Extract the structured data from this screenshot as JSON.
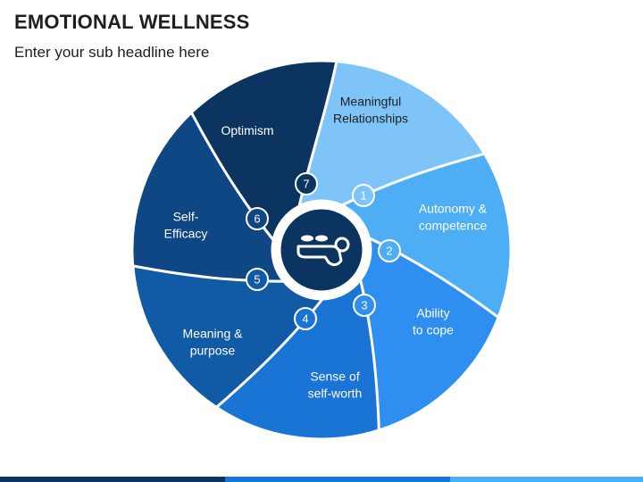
{
  "header": {
    "title": "EMOTIONAL WELLNESS",
    "subtitle": "Enter your sub headline here"
  },
  "center": {
    "icon": "person-relaxing-icon"
  },
  "petals": [
    {
      "number": "1",
      "lines": [
        "Meaningful",
        "Relationships"
      ],
      "color": "#7fc4f8",
      "text_color": "#1f1f1f"
    },
    {
      "number": "2",
      "lines": [
        "Autonomy &",
        "competence"
      ],
      "color": "#4daef5",
      "text_color": "#ffffff"
    },
    {
      "number": "3",
      "lines": [
        "Ability",
        "to cope"
      ],
      "color": "#2f8ff0",
      "text_color": "#ffffff"
    },
    {
      "number": "4",
      "lines": [
        "Sense of",
        "self-worth"
      ],
      "color": "#1a74d6",
      "text_color": "#ffffff"
    },
    {
      "number": "5",
      "lines": [
        "Meaning &",
        "purpose"
      ],
      "color": "#115aa6",
      "text_color": "#ffffff"
    },
    {
      "number": "6",
      "lines": [
        "Self-",
        "Efficacy"
      ],
      "color": "#0e4783",
      "text_color": "#ffffff"
    },
    {
      "number": "7",
      "lines": [
        "Optimism"
      ],
      "color": "#0b3560",
      "text_color": "#ffffff"
    }
  ],
  "colors": {
    "center_fill": "#0b3560",
    "badge_stroke": "#ffffff",
    "bottom_bar": [
      "#0b3560",
      "#1a74d6",
      "#4daef5"
    ]
  }
}
